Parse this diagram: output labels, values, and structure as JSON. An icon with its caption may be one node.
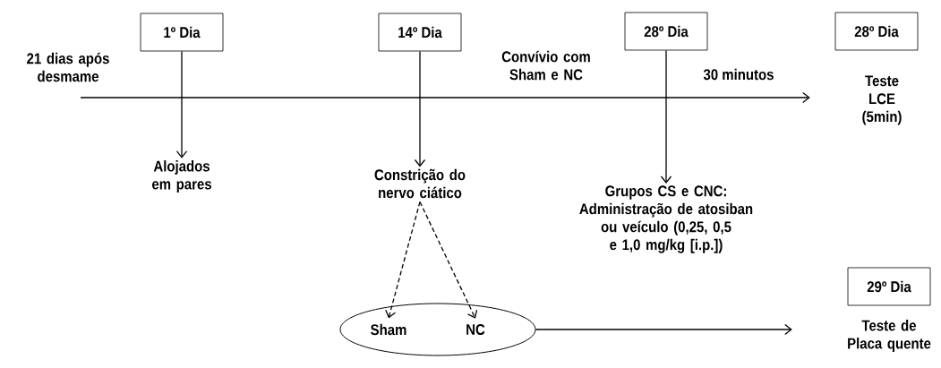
{
  "diagram": {
    "nodes": [
      {
        "text": [
          "1º Dia"
        ]
      },
      {
        "text": [
          "Alojados em pares"
        ]
      },
      {
        "text": [
          "14º Dia"
        ]
      },
      {
        "text": [
          "Constrição do nervo ciático"
        ]
      },
      {
        "text": [
          "28º Dia"
        ]
      },
      {
        "text": [
          "Grupos CS e CNC:",
          "Administração de atosiban ou veículo (0,25, 0,5 e 1,0 mg/kg [i.p.])"
        ]
      },
      {
        "text": [
          "28º Dia"
        ],
        "beside": [
          "Teste LCE (5min)"
        ]
      },
      {
        "text": [],
        "shape": "ellipse"
      },
      {
        "text": [
          "Sham"
        ],
        "in": 7
      },
      {
        "text": [
          "NC"
        ],
        "in": 7
      },
      {
        "text": [
          "29º Dia"
        ],
        "beside": [
          "Teste de Placa quente"
        ]
      }
    ],
    "edges": [
      {
        "from": null,
        "to": 6,
        "arrow": "to"
      },
      {
        "from": 0,
        "to": 1,
        "arrow": "to"
      },
      {
        "from": 2,
        "to": 3,
        "arrow": "to"
      },
      {
        "from": 4,
        "to": 5,
        "arrow": "to"
      },
      {
        "from": 3,
        "to": 8,
        "arrow": "to",
        "style": "dashed"
      },
      {
        "from": 3,
        "to": 9,
        "arrow": "to",
        "style": "dashed"
      },
      {
        "from": 7,
        "to": 10,
        "arrow": "to"
      }
    ],
    "labels": [
      "21 dias após desmame",
      "Convívio com Sham e NC",
      "30 minutos"
    ]
  }
}
